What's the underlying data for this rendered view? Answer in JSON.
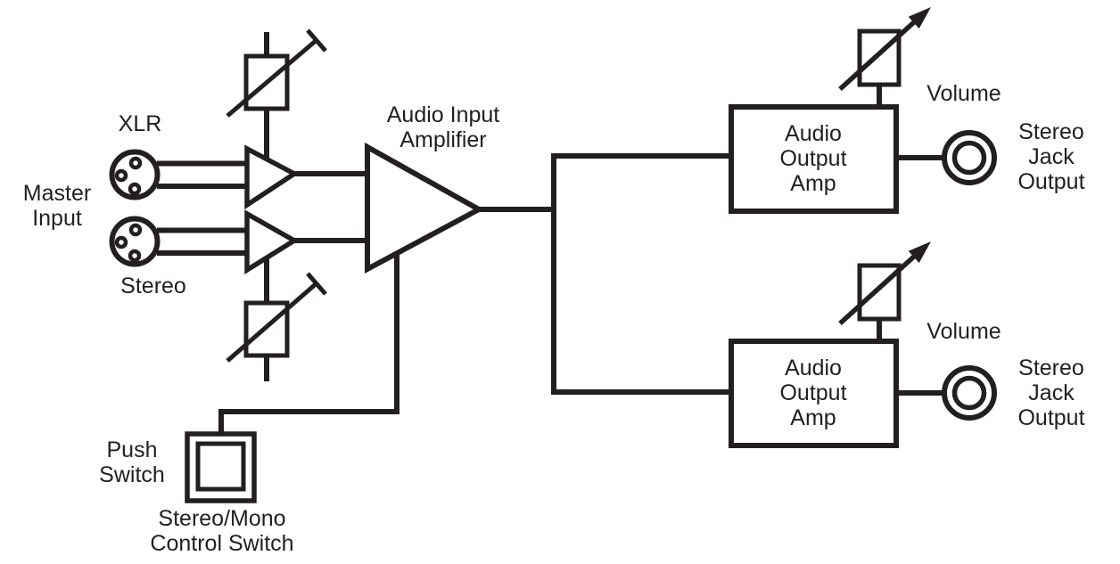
{
  "colors": {
    "background": "#ffffff",
    "line": "#231f20"
  },
  "labels": {
    "xlr": "XLR",
    "master_input": {
      "line1": "Master",
      "line2": "Input"
    },
    "stereo_input": "Stereo",
    "input_amplifier": {
      "line1": "Audio Input",
      "line2": "Amplifier"
    },
    "push_switch": {
      "line1": "Push",
      "line2": "Switch"
    },
    "control_switch": {
      "line1": "Stereo/Mono",
      "line2": "Control Switch"
    },
    "output_amp_top": {
      "line1": "Audio",
      "line2": "Output",
      "line3": "Amp"
    },
    "output_amp_bottom": {
      "line1": "Audio",
      "line2": "Output",
      "line3": "Amp"
    },
    "volume_top": "Volume",
    "volume_bottom": "Volume",
    "jack_top": {
      "line1": "Stereo",
      "line2": "Jack",
      "line3": "Output"
    },
    "jack_bottom": {
      "line1": "Stereo",
      "line2": "Jack",
      "line3": "Output"
    }
  }
}
